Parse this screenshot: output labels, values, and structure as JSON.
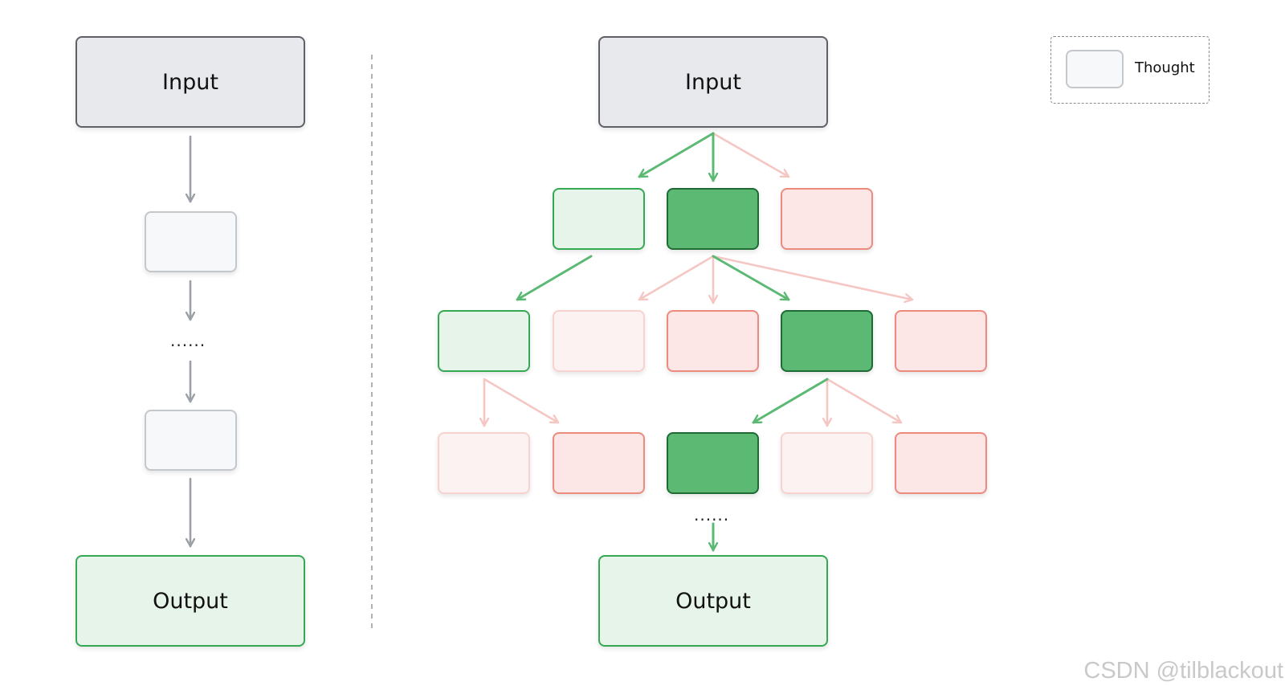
{
  "left_chain": {
    "input_label": "Input",
    "ellipsis": "......",
    "output_label": "Output"
  },
  "tree": {
    "input_label": "Input",
    "ellipsis": "......",
    "output_label": "Output"
  },
  "legend": {
    "label": "Thought"
  },
  "watermark": "CSDN @tilblackout",
  "colors": {
    "selected_path": "#5bb974",
    "rejected_path": "#f4c7c3",
    "chain_arrow": "#9aa0a6",
    "divider": "#9aa0a6"
  }
}
